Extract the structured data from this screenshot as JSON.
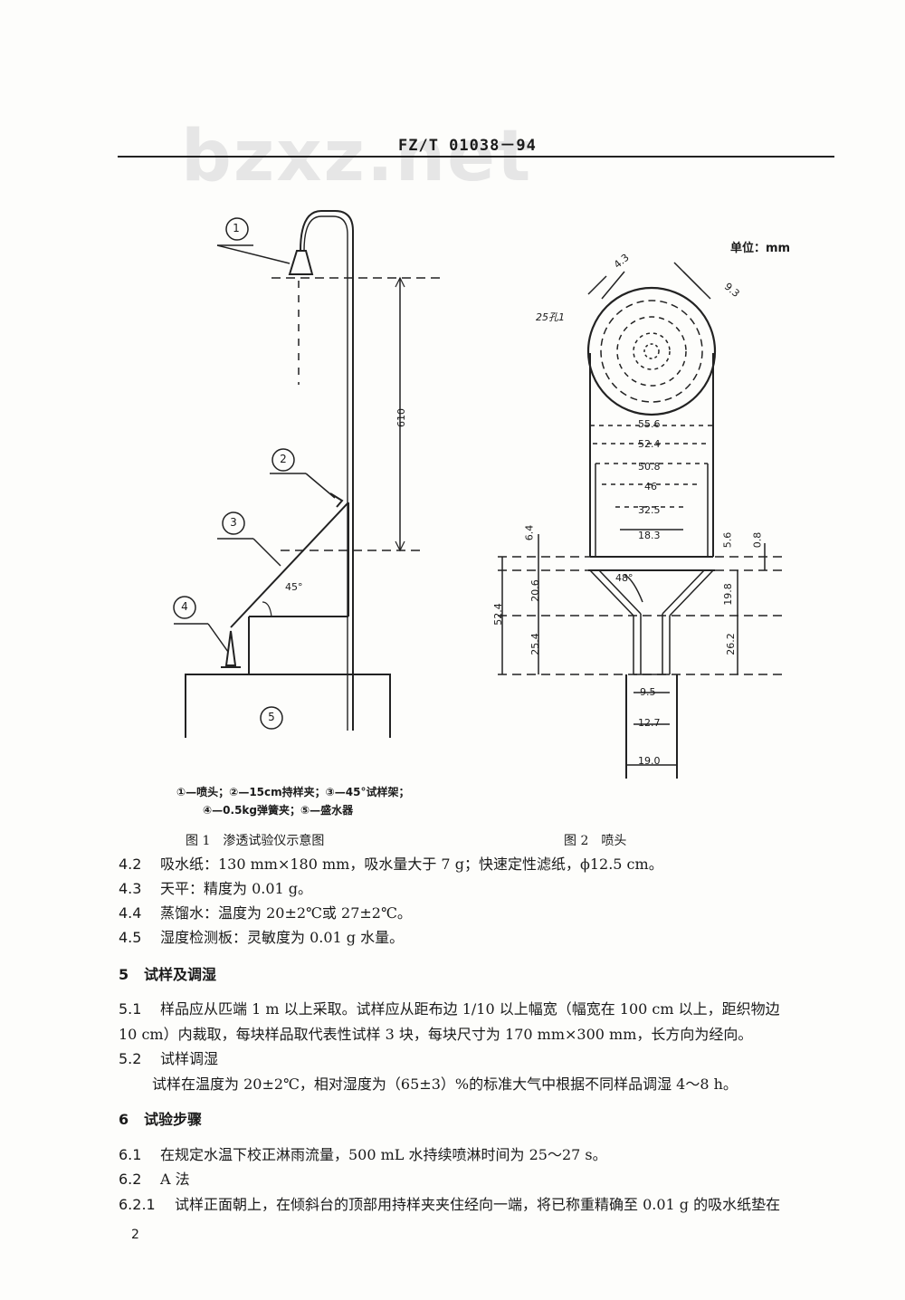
{
  "watermark": "bzxz.net",
  "header": {
    "code": "FZ/T 01038－94"
  },
  "figure1": {
    "callouts": [
      "1",
      "2",
      "3",
      "4",
      "5"
    ],
    "dimension_610": "610",
    "angle": "45°",
    "legend_line1": "①—喷头；②—15cm持样夹；③—45°试样架；",
    "legend_line2": "④—0.5kg弹簧夹；⑤—盛水器",
    "caption": "图 1　渗透试验仪示意图"
  },
  "figure2": {
    "unit": "单位：mm",
    "holes": "25孔1",
    "dim_4_3": "4.3",
    "dim_9_3": "9.3",
    "widths": [
      "55.6",
      "52.4",
      "50.8",
      "46",
      "32.5",
      "18.3"
    ],
    "dim_6_4": "6.4",
    "dim_5_6": "5.6",
    "dim_0_8": "0.8",
    "angle": "48°",
    "dim_52_4": "52.4",
    "dim_20_6": "20.6",
    "dim_25_4": "25.4",
    "dim_19_8": "19.8",
    "dim_26_2": "26.2",
    "dim_9_5": "9.5",
    "dim_12_7": "12.7",
    "dim_19_0": "19.0",
    "caption": "图 2　喷头"
  },
  "sections": [
    {
      "num": "4.2",
      "text": "吸水纸：130 mm×180 mm，吸水量大于 7 g；快速定性滤纸，ϕ12.5 cm。"
    },
    {
      "num": "4.3",
      "text": "天平：精度为 0.01 g。"
    },
    {
      "num": "4.4",
      "text": "蒸馏水：温度为 20±2℃或 27±2℃。"
    },
    {
      "num": "4.5",
      "text": "湿度检测板：灵敏度为 0.01 g 水量。"
    },
    {
      "num": "5",
      "text": "试样及调湿"
    },
    {
      "num": "5.1",
      "text": "样品应从匹端 1 m 以上采取。试样应从距布边 1/10 以上幅宽（幅宽在 100 cm 以上，距织物边"
    },
    {
      "num": "",
      "text": "10 cm）内裁取，每块样品取代表性试样 3 块，每块尺寸为 170 mm×300 mm，长方向为经向。"
    },
    {
      "num": "5.2",
      "text": "试样调湿"
    },
    {
      "num": "",
      "text": "试样在温度为 20±2℃，相对湿度为（65±3）%的标准大气中根据不同样品调湿 4～8 h。"
    },
    {
      "num": "6",
      "text": "试验步骤"
    },
    {
      "num": "6.1",
      "text": "在规定水温下校正淋雨流量，500 mL 水持续喷淋时间为 25～27 s。"
    },
    {
      "num": "6.2",
      "text": "A 法"
    },
    {
      "num": "6.2.1",
      "text": "试样正面朝上，在倾斜台的顶部用持样夹夹住经向一端，将已称重精确至 0.01 g 的吸水纸垫在"
    }
  ],
  "page_number": "2"
}
